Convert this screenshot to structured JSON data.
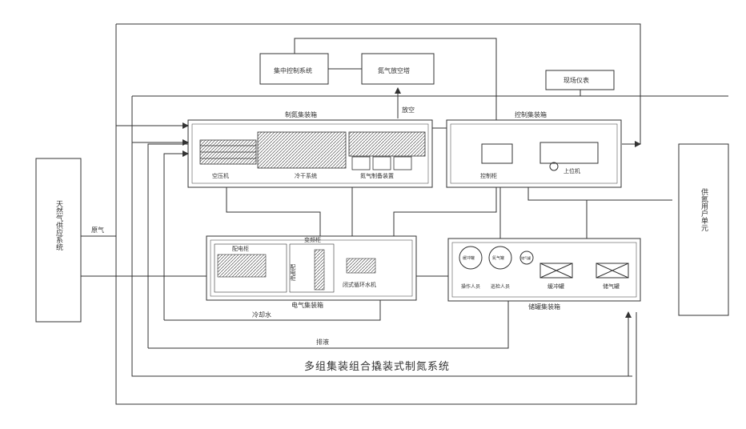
{
  "diagram": {
    "title": "多组集装组合撬装式制氮系统",
    "left_source": "天然气供应系统",
    "right_user": "供氮用户单元",
    "flow_labels": {
      "gas_in": "原气",
      "vent": "放空",
      "cooling_water": "冷却水",
      "drain": "排液"
    },
    "top": {
      "auto_control": "集中控制系统",
      "vent_tower": "氮气放空塔",
      "field_instrument": "现场仪表"
    },
    "boxes": {
      "process": {
        "title": "制氮集装箱",
        "sub": [
          "空压机",
          "冷干系统",
          "氮气制备装置"
        ]
      },
      "control": {
        "title": "控制集装箱",
        "sub": [
          "控制柜",
          "上位机"
        ]
      },
      "electric": {
        "title": "电气集装箱",
        "sub_top": "配电柜",
        "sub_mid_top": "变频柜",
        "sub_mid": "配电柜",
        "sub_right": "闭式循环水机"
      },
      "storage": {
        "title": "储罐集装箱",
        "tanks": [
          "缓冲罐",
          "氮气罐",
          "储气罐"
        ],
        "items": [
          "缓冲罐",
          "储气罐"
        ],
        "people": [
          "操作人员",
          "巡检人员"
        ]
      }
    }
  }
}
